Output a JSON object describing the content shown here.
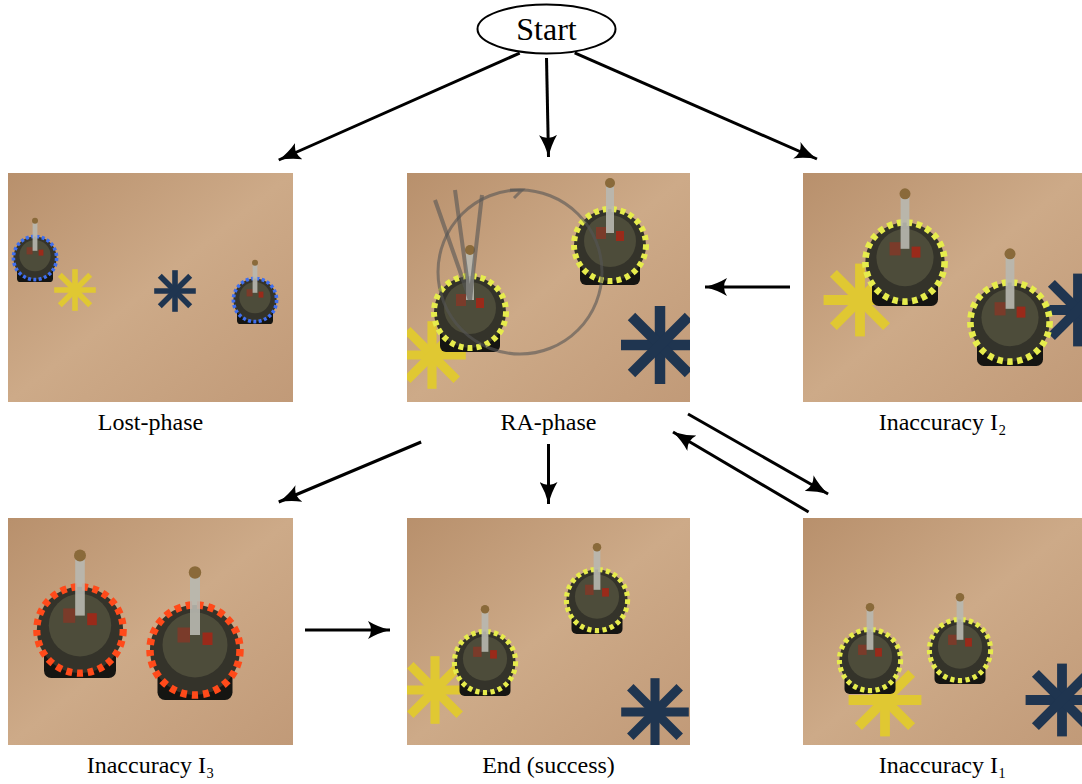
{
  "diagram": {
    "nodes": [
      {
        "text": [
          "Start"
        ]
      },
      {
        "text": [
          "Lost-phase"
        ]
      },
      {
        "text": [
          "RA-phase"
        ]
      },
      {
        "text": [
          "Inaccuracy I₂"
        ]
      },
      {
        "text": [
          "Inaccuracy I₃"
        ]
      },
      {
        "text": [
          "End (success)"
        ]
      },
      {
        "text": [
          "Inaccuracy I₁"
        ]
      }
    ],
    "edges": [
      {
        "from": 0,
        "to": 1,
        "arrow": "to"
      },
      {
        "from": 0,
        "to": 2,
        "arrow": "to"
      },
      {
        "from": 0,
        "to": 3,
        "arrow": "to"
      },
      {
        "from": 3,
        "to": 2,
        "arrow": "to"
      },
      {
        "from": 2,
        "to": 4,
        "arrow": "to"
      },
      {
        "from": 2,
        "to": 5,
        "arrow": "to"
      },
      {
        "from": 2,
        "to": 6,
        "arrow": "to"
      },
      {
        "from": 6,
        "to": 2,
        "arrow": "to"
      },
      {
        "from": 4,
        "to": 5,
        "arrow": "to"
      }
    ]
  }
}
